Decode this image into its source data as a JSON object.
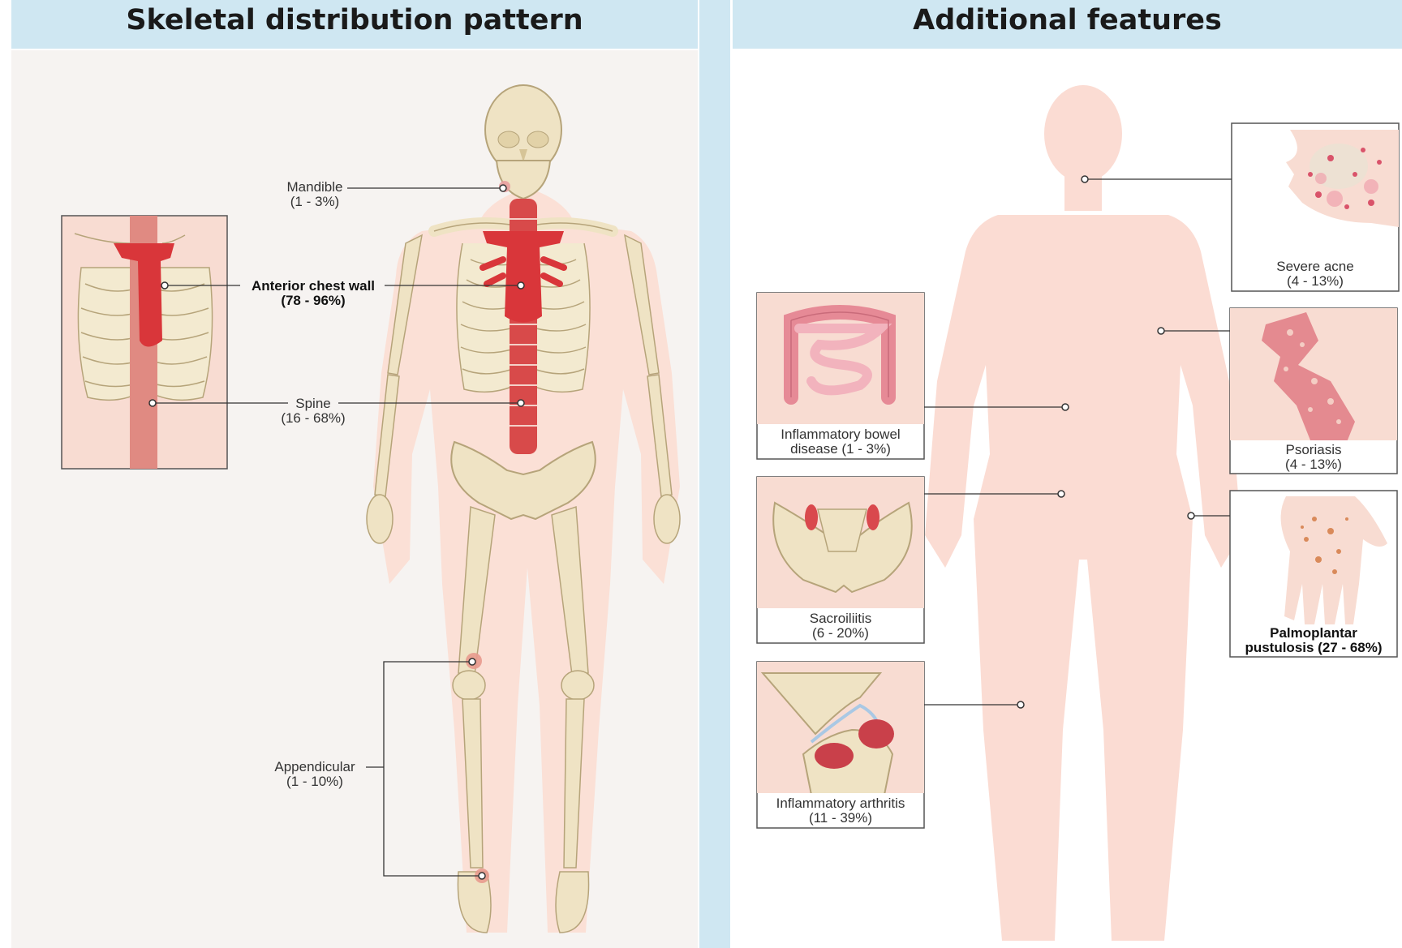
{
  "left_panel": {
    "title": "Skeletal distribution pattern",
    "labels": {
      "mandible": {
        "name": "Mandible",
        "value": "(1 - 3%)"
      },
      "chest": {
        "name": "Anterior chest wall",
        "value": "(78 - 96%)"
      },
      "spine": {
        "name": "Spine",
        "value": "(16 - 68%)"
      },
      "appendicular": {
        "name": "Appendicular",
        "value": "(1 - 10%)"
      }
    }
  },
  "right_panel": {
    "title": "Additional features",
    "insets": {
      "ibd": {
        "name": "Inflammatory bowel",
        "name2": "disease (1 - 3%)"
      },
      "sacroiliitis": {
        "name": "Sacroiliitis",
        "value": "(6 - 20%)"
      },
      "arthritis": {
        "name": "Inflammatory arthritis",
        "value": "(11 - 39%)"
      },
      "acne": {
        "name": "Severe acne",
        "value": "(4 - 13%)"
      },
      "psoriasis": {
        "name": "Psoriasis",
        "value": "(4 - 13%)"
      },
      "ppp": {
        "name": "Palmoplantar",
        "name2": "pustulosis (27 - 68%)"
      }
    }
  },
  "colors": {
    "header": "#cfe7f2",
    "bone": "#efe3c4",
    "bone_outline": "#b6a47a",
    "lesion": "#d9363a",
    "silhouette": "#fbdcd3",
    "inset_bg": "#f8dcd2"
  }
}
